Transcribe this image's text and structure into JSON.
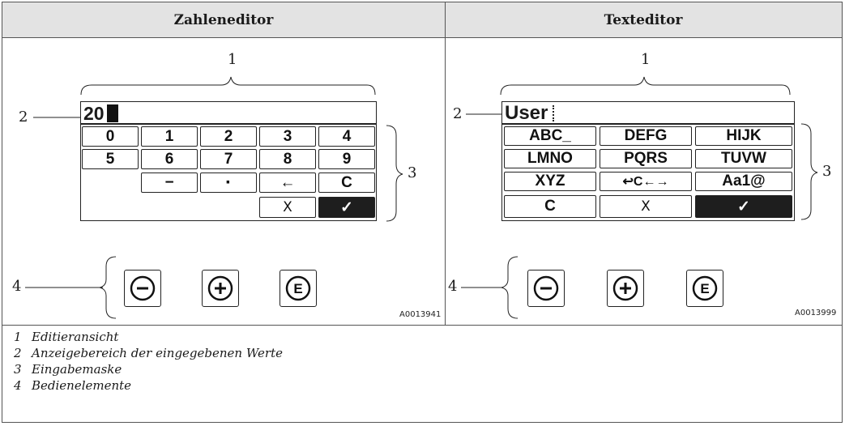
{
  "headers": {
    "left": "Zahleneditor",
    "right": "Texteditor"
  },
  "callouts": {
    "c1": "1",
    "c2": "2",
    "c3": "3",
    "c4": "4"
  },
  "numeric_editor": {
    "display_value": "20",
    "keys_row1": [
      "0",
      "1",
      "2",
      "3",
      "4"
    ],
    "keys_row2": [
      "5",
      "6",
      "7",
      "8",
      "9"
    ],
    "key_minus": "−",
    "key_dot": "·",
    "key_backspace": "←",
    "key_clear": "C",
    "key_cancel": "X",
    "key_ok": "✓",
    "image_code": "A0013941"
  },
  "text_editor": {
    "display_value": "User",
    "keys_row1": [
      "ABC_",
      "DEFG",
      "HIJK"
    ],
    "keys_row2": [
      "LMNO",
      "PQRS",
      "TUVW"
    ],
    "keys_row3": [
      "XYZ",
      "↩C←→",
      "Aa1@"
    ],
    "key_clear": "C",
    "key_cancel": "X",
    "key_ok": "✓",
    "image_code": "A0013999"
  },
  "operating_buttons": {
    "minus": "−",
    "plus": "+",
    "enter": "E"
  },
  "legend": [
    {
      "num": "1",
      "text": "Editieransicht"
    },
    {
      "num": "2",
      "text": "Anzeigebereich der eingegebenen Werte"
    },
    {
      "num": "3",
      "text": "Eingabemaske"
    },
    {
      "num": "4",
      "text": "Bedienelemente"
    }
  ]
}
